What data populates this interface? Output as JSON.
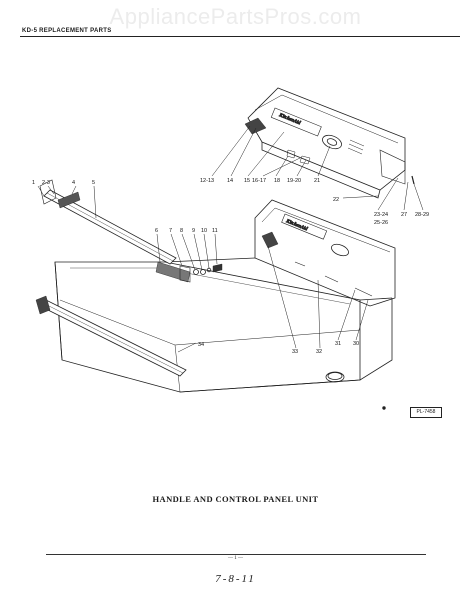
{
  "watermark": "AppliancePartsPros.com",
  "header": {
    "title": "KD-5  REPLACEMENT PARTS"
  },
  "brand_text": "KitchenAid",
  "callouts": {
    "c1": "1",
    "c2": "2-3",
    "c4": "4",
    "c5": "5",
    "c6": "6",
    "c7": "7",
    "c8": "8",
    "c9": "9",
    "c10": "10",
    "c11": "11",
    "c12": "12-13",
    "c14": "14",
    "c15": "15",
    "c16a": "16-17",
    "c18": "18",
    "c19": "19-20",
    "c21": "21",
    "c22": "22",
    "c23": "23-24",
    "c25": "25-26",
    "c27": "27",
    "c28": "28-29",
    "c30": "30",
    "c31": "31",
    "c32": "32",
    "c33": "33",
    "c34": "34"
  },
  "plate_label": "PL-7458",
  "caption": "HANDLE AND CONTROL PANEL UNIT",
  "page_number": "— 1 —",
  "handwritten_note": "7-8-11"
}
